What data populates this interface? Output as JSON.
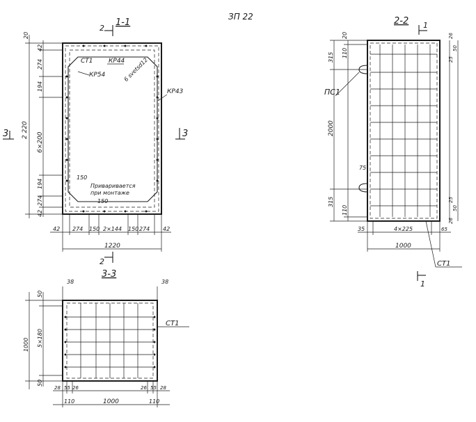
{
  "sheet_code": "ЗП 22",
  "section_1": {
    "title": "1-1",
    "cut_2_label": "2",
    "cut_3_label": "3",
    "labels": {
      "st1": "СТ1",
      "kr44": "КР44",
      "kr54": "КР54",
      "kr43": "КР43",
      "sv_d12": "6 svetsd12",
      "weld_note_1": "Приваривается",
      "weld_note_2": "при монтаже",
      "d150_a": "150",
      "d150_b": "150"
    },
    "left_dims": [
      "20",
      "42",
      "274",
      "194",
      "6×200",
      "194",
      "274",
      "42",
      "2 220"
    ],
    "bottom_dims": [
      "42",
      "274",
      "150",
      "2×144",
      "150",
      "274",
      "42"
    ],
    "overall_width": "1220"
  },
  "section_2": {
    "title": "2-2",
    "cut_label": "1",
    "pc_label": "ПС1",
    "left_dims": [
      "20",
      "110",
      "315",
      "2000",
      "315",
      "110",
      "75"
    ],
    "right_dims": [
      "26",
      "50",
      "25",
      "25",
      "50",
      "26"
    ],
    "bottom_dims": [
      "35",
      "4×225",
      "65"
    ],
    "overall_width": "1000",
    "st_label": "СТ1",
    "cut_bottom_label": "1"
  },
  "section_3": {
    "title": "3-3",
    "top_dims": [
      "38",
      "38"
    ],
    "left_dims": [
      "50",
      "5×180",
      "50",
      "1000"
    ],
    "st_label": "СТ1",
    "bottom_dims_row1": [
      "28",
      "55",
      "26",
      "26",
      "55",
      "28"
    ],
    "bottom_dims_row2": [
      "110",
      "1000",
      "110"
    ]
  },
  "colors": {
    "ink": "#1a1a1a",
    "paper": "#ffffff"
  }
}
